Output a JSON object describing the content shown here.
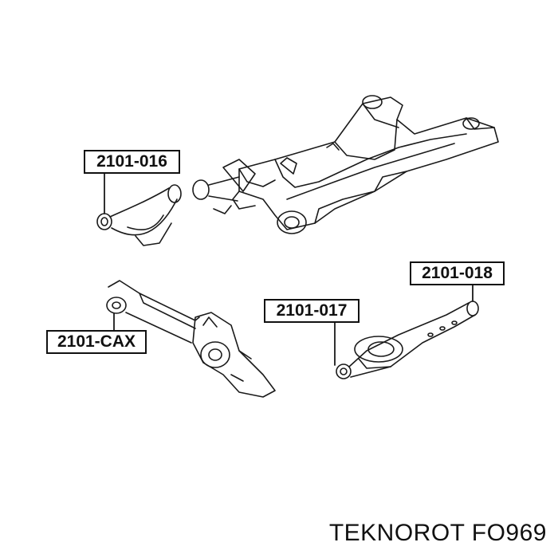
{
  "labels": {
    "upper_arm": "2101-016",
    "trailing_arm_bushing": "2101-018",
    "lower_arm": "2101-017",
    "knuckle_link": "2101-CAX"
  },
  "caption": "TEKNOROT FO969",
  "colors": {
    "line": "#1a1a1a",
    "background": "#ffffff"
  }
}
